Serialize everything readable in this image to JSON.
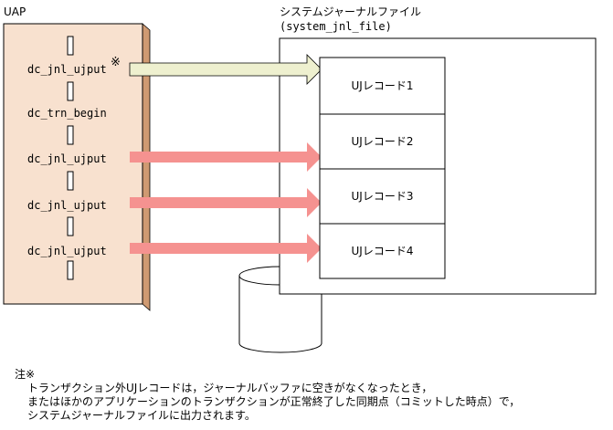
{
  "uap": {
    "title": "UAP",
    "calls": [
      {
        "name": "dc_jnl_ujput",
        "mark": "※"
      },
      {
        "name": "dc_trn_begin"
      },
      {
        "name": "dc_jnl_ujput"
      },
      {
        "name": "dc_jnl_ujput"
      },
      {
        "name": "dc_jnl_ujput"
      }
    ]
  },
  "journal": {
    "title": "システムジャーナルファイル",
    "subtitle": "(system_jnl_file)",
    "records": [
      "UJレコード1",
      "UJレコード2",
      "UJレコード3",
      "UJレコード4"
    ]
  },
  "colors": {
    "uap_fill": "#f8e1cf",
    "uap_side": "#cf9a72",
    "arrow_light": "#eef0cf",
    "arrow_red": "#f59290"
  },
  "note": {
    "heading": "注※",
    "lines": [
      "トランザクション外UJレコードは，ジャーナルバッファに空きがなくなったとき，",
      "またはほかのアプリケーションのトランザクションが正常終了した同期点（コミットした時点）で，",
      "システムジャーナルファイルに出力されます。"
    ]
  }
}
